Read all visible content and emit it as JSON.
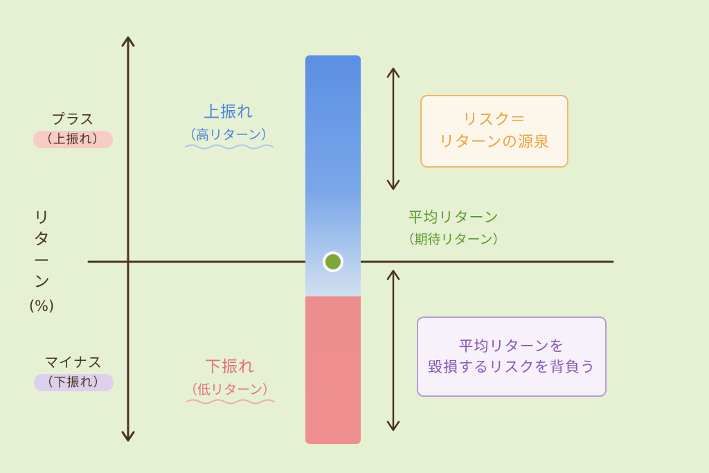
{
  "y_axis": {
    "top_label": "プラス",
    "top_sub": "（上振れ）",
    "title_chars": [
      "リ",
      "タ",
      "ー",
      "ン"
    ],
    "title_unit": "(%)",
    "bottom_label": "マイナス",
    "bottom_sub": "（下振れ）"
  },
  "upside": {
    "title": "上振れ",
    "sub": "（高リターン）"
  },
  "downside": {
    "title": "下振れ",
    "sub": "（低リターン）"
  },
  "mean": {
    "title": "平均リターン",
    "sub": "（期待リターン）"
  },
  "risk_box": {
    "line1": "リスク＝",
    "line2": "リターンの源泉"
  },
  "loss_box": {
    "line1": "平均リターンを",
    "line2": "毀損するリスクを背負う"
  },
  "colors": {
    "background": "#e6f1d3",
    "axis": "#4a3226",
    "upside": "#4a86db",
    "downside": "#e2707a",
    "mean": "#5a9a2b",
    "risk": "#f0a03d",
    "loss": "#8a55b9"
  }
}
